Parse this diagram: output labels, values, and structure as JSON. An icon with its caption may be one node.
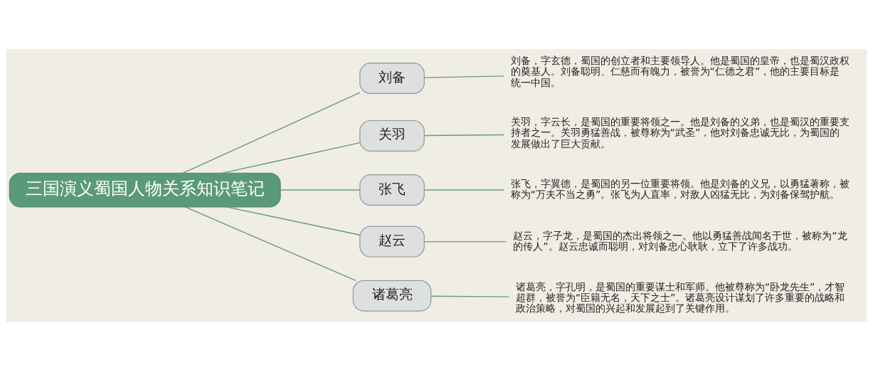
{
  "diagram": {
    "nodes": [
      {
        "text": [
          "三国演义蜀国人物关系知识笔记"
        ]
      },
      {
        "text": [
          "刘备"
        ]
      },
      {
        "text": [
          "关羽"
        ]
      },
      {
        "text": [
          "张飞"
        ]
      },
      {
        "text": [
          "赵云"
        ]
      },
      {
        "text": [
          "诸葛亮"
        ]
      },
      {
        "text": [
          "刘备，字玄德，蜀国的创立者和主要领导人。他是蜀国的皇帝，也是蜀汉政权的奠基人。刘备聪明、仁慈而有魄力，被誉为“仁德之君”，他的主要目标是统一中国。"
        ]
      },
      {
        "text": [
          "关羽，字云长，是蜀国的重要将领之一。他是刘备的义弟，也是蜀汉的重要支持者之一。关羽勇猛善战，被尊称为“武圣”，他对刘备忠诚无比，为蜀国的发展做出了巨大贡献。"
        ]
      },
      {
        "text": [
          "张飞，字翼德，是蜀国的另一位重要将领。他是刘备的义兄，以勇猛著称，被称为“万夫不当之勇”。张飞为人直率，对敌人凶猛无比，为刘备保驾护航。"
        ]
      },
      {
        "text": [
          "赵云，字子龙，是蜀国的杰出将领之一。他以勇猛善战闻名于世，被称为“龙的传人”。赵云忠诚而聪明，对刘备忠心耿耿，立下了许多战功。"
        ]
      },
      {
        "text": [
          "诸葛亮，字孔明，是蜀国的重要谋士和军师。他被尊称为“卧龙先生”，才智超群，被誉为“臣籍无名，天下之士”。诸葛亮设计谋划了许多重要的战略和政治策略，对蜀国的兴起和发展起到了关键作用。"
        ]
      }
    ],
    "edges": [
      {
        "from": 0,
        "to": 1,
        "arrow": "none"
      },
      {
        "from": 0,
        "to": 2,
        "arrow": "none"
      },
      {
        "from": 0,
        "to": 3,
        "arrow": "none"
      },
      {
        "from": 0,
        "to": 4,
        "arrow": "none"
      },
      {
        "from": 0,
        "to": 5,
        "arrow": "none"
      },
      {
        "from": 1,
        "to": 6,
        "arrow": "none"
      },
      {
        "from": 2,
        "to": 7,
        "arrow": "none"
      },
      {
        "from": 3,
        "to": 8,
        "arrow": "none"
      },
      {
        "from": 4,
        "to": 9,
        "arrow": "none"
      },
      {
        "from": 5,
        "to": 10,
        "arrow": "none"
      }
    ]
  }
}
